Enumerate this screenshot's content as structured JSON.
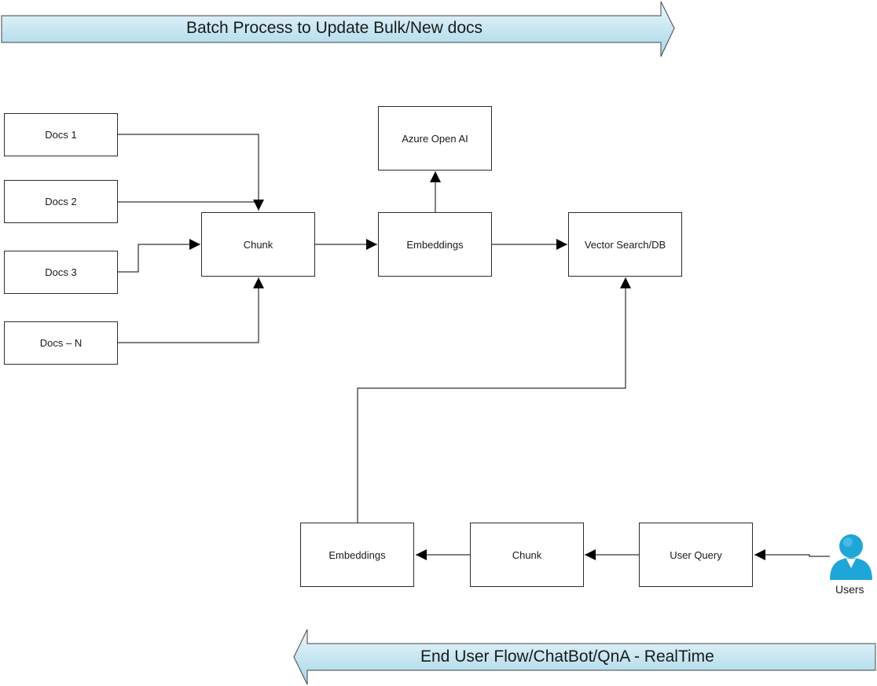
{
  "banners": {
    "top": "Batch Process to Update Bulk/New docs",
    "bottom": "End User Flow/ChatBot/QnA - RealTime"
  },
  "batch": {
    "docs": [
      "Docs 1",
      "Docs 2",
      "Docs 3",
      "Docs – N"
    ],
    "chunk": "Chunk",
    "embeddings": "Embeddings",
    "azure": "Azure Open AI",
    "vector_db": "Vector Search/DB"
  },
  "realtime": {
    "embeddings": "Embeddings",
    "chunk": "Chunk",
    "user_query": "User Query",
    "users": "Users"
  },
  "colors": {
    "banner_fill_light": "#dff1f8",
    "banner_fill_dark": "#a6d7e8",
    "user_icon": "#1fa6d9",
    "line": "#000000"
  },
  "icons": {
    "users": "person-icon"
  }
}
